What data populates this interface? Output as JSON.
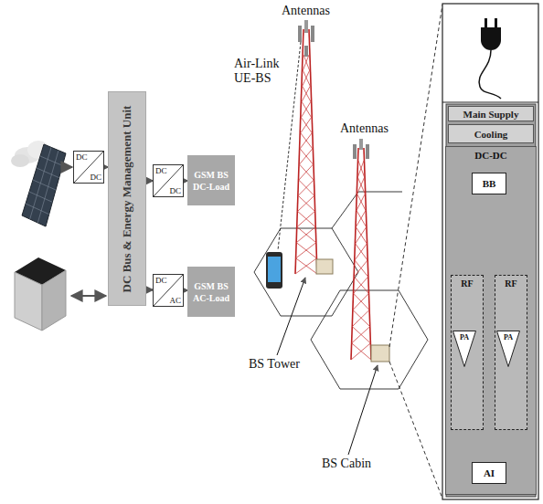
{
  "diagram": {
    "nodes": [
      {
        "text": [
          "DC",
          "DC"
        ]
      },
      {
        "text": [
          "DC Bus & Energy Management Unit"
        ]
      },
      {
        "text": [
          "DC",
          "DC"
        ]
      },
      {
        "text": [
          "GSM BS DC-Load"
        ]
      },
      {
        "text": [
          "DC",
          "AC"
        ]
      },
      {
        "text": [
          "GSM BS AC-Load"
        ]
      },
      {
        "text": [
          "Main Supply"
        ]
      },
      {
        "text": [
          "Cooling"
        ]
      },
      {
        "text": [
          "DC-DC"
        ]
      },
      {
        "text": [
          "BB"
        ],
        "in": 8
      },
      {
        "text": [
          "RF"
        ],
        "in": 8
      },
      {
        "text": [
          "PA"
        ],
        "in": 10
      },
      {
        "text": [
          "RF"
        ],
        "in": 8
      },
      {
        "text": [
          "PA"
        ],
        "in": 12
      },
      {
        "text": [
          "AI"
        ],
        "in": 8
      }
    ],
    "edges": [
      {
        "from": 0,
        "to": 1,
        "arrow": "to"
      },
      {
        "from": 1,
        "to": 2,
        "arrow": "to"
      },
      {
        "from": 2,
        "to": 3,
        "arrow": "to"
      },
      {
        "from": 1,
        "to": 4,
        "arrow": "to"
      },
      {
        "from": 4,
        "to": 5,
        "arrow": "to"
      },
      {
        "from": 9,
        "to": 10,
        "arrow": "none"
      },
      {
        "from": 9,
        "to": 12,
        "arrow": "none"
      }
    ],
    "labels": [
      "Antennas",
      "Antennas",
      "Air-Link UE-BS",
      "BS Tower",
      "BS Cabin"
    ]
  }
}
